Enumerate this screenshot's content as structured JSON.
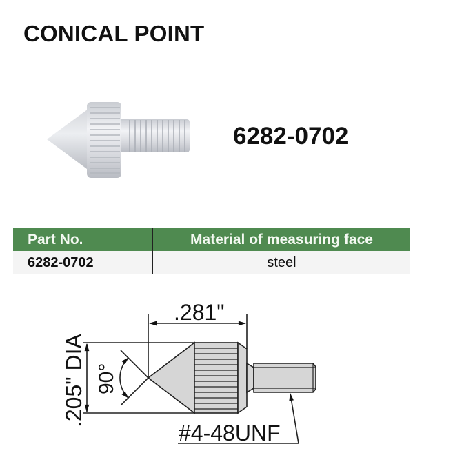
{
  "title": "CONICAL POINT",
  "product": {
    "part_number": "6282-0702",
    "image": "conical-point-contact-photo"
  },
  "table": {
    "headers": [
      "Part No.",
      "Material of measuring face"
    ],
    "rows": [
      [
        "6282-0702",
        "steel"
      ]
    ],
    "header_color": "#4f8a50"
  },
  "drawing": {
    "length_dim": ".281\"",
    "diameter_dim": ".205\" DIA",
    "angle_dim": "90°",
    "thread_label": "#4-48UNF"
  }
}
